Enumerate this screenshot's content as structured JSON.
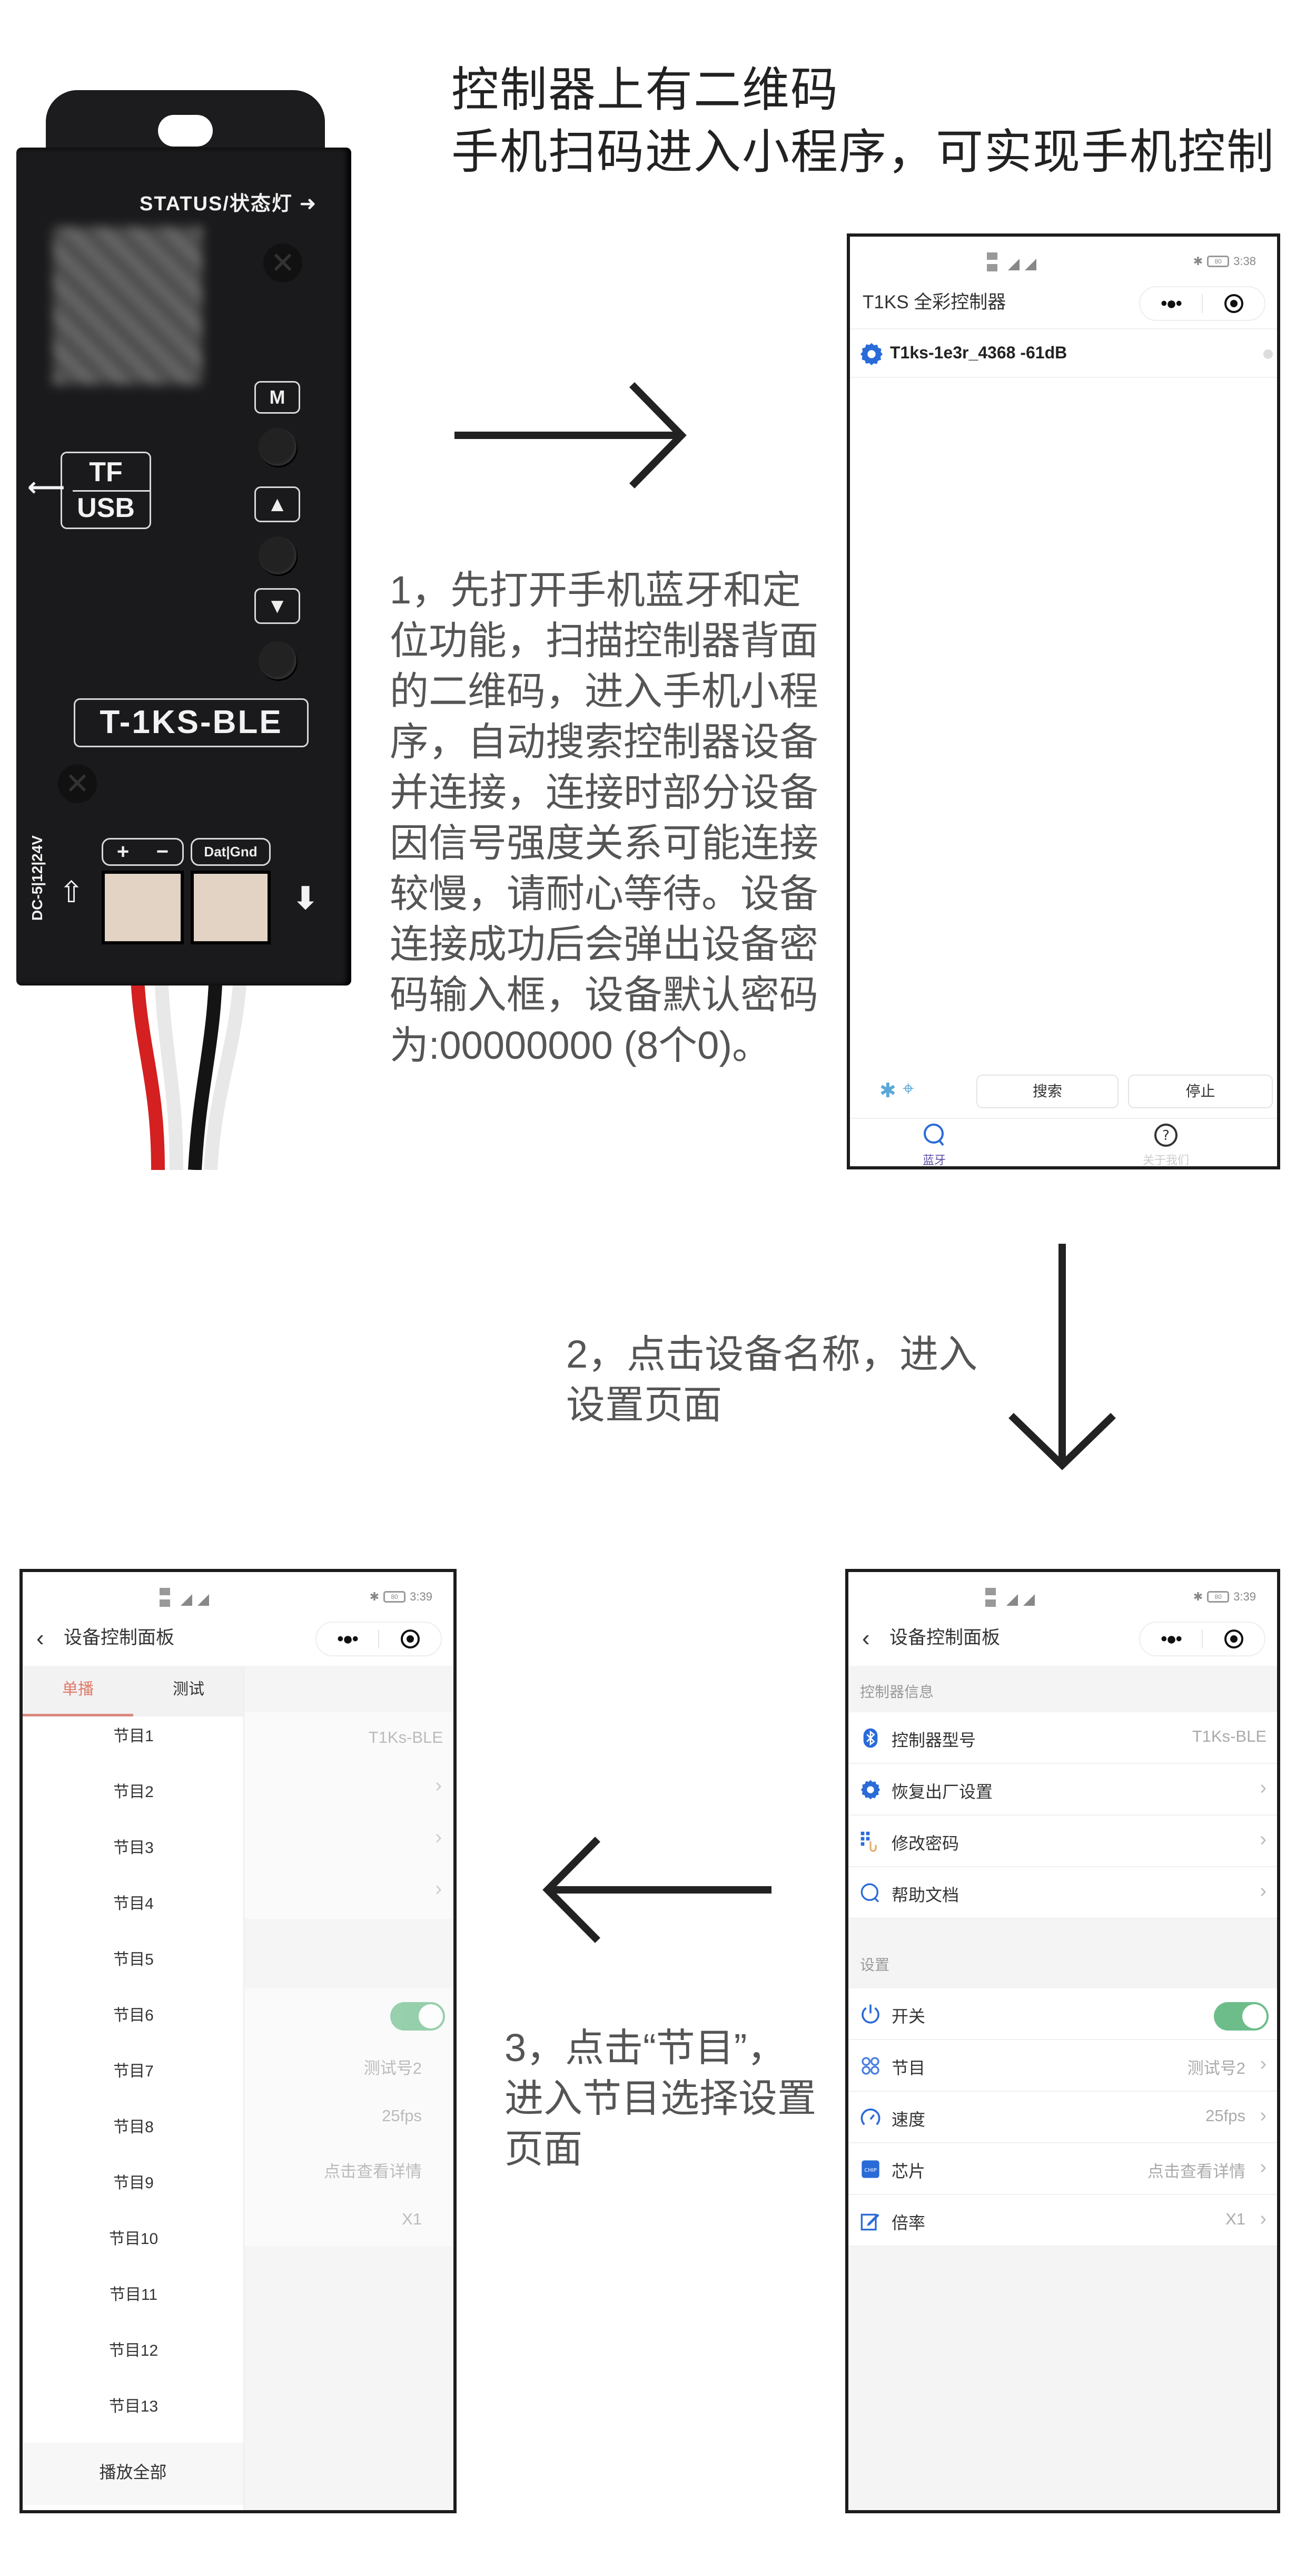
{
  "headline": {
    "line1": "控制器上有二维码",
    "line2": "手机扫码进入小程序，可实现手机控制"
  },
  "device": {
    "status_label": "STATUS/状态灯",
    "tf_label": "TF",
    "usb_label": "USB",
    "m_button": "M",
    "up_button": "▲",
    "down_button": "▼",
    "model": "T-1KS-BLE",
    "plus": "+",
    "minus": "−",
    "dat_gnd": "Dat|Gnd",
    "voltage": "DC-5|12|24V",
    "wire_colors": [
      "#d42020",
      "#e8e8e8",
      "#141414",
      "#e8e8e8"
    ]
  },
  "steps": {
    "step1": [
      "1，先打开手机蓝牙和定",
      "位功能，扫描控制器背面",
      "的二维码，进入手机小程",
      "序，自动搜索控制器设备",
      "并连接，连接时部分设备",
      "因信号强度关系可能连接",
      "较慢，请耐心等待。设备",
      "连接成功后会弹出设备密",
      "码输入框，设备默认密码",
      "为:00000000 (8个0)。"
    ],
    "step2": [
      "2，点击设备名称，进入",
      "设置页面"
    ],
    "step3": [
      "3，点击“节目”，",
      "进入节目选择设置",
      "页面"
    ]
  },
  "phone1": {
    "time": "3:38",
    "battery": "80",
    "title": "T1KS 全彩控制器",
    "device_row": "T1ks-1e3r_4368 -61dB",
    "search_button": "搜索",
    "stop_button": "停止",
    "tabs": [
      {
        "label": "蓝牙",
        "active": true
      },
      {
        "label": "关于我们",
        "active": false
      }
    ]
  },
  "panel": {
    "time": "3:39",
    "battery": "80",
    "title": "设备控制面板",
    "section_info": "控制器信息",
    "info_rows": [
      {
        "label": "控制器型号",
        "value": "T1Ks-BLE"
      },
      {
        "label": "恢复出厂设置",
        "value": ""
      },
      {
        "label": "修改密码",
        "value": ""
      },
      {
        "label": "帮助文档",
        "value": ""
      }
    ],
    "section_settings": "设置",
    "settings_rows": [
      {
        "label": "开关",
        "value": "",
        "toggle_on": true
      },
      {
        "label": "节目",
        "value": "测试号2"
      },
      {
        "label": "速度",
        "value": "25fps"
      },
      {
        "label": "芯片",
        "value": "点击查看详情"
      },
      {
        "label": "倍率",
        "value": "X1"
      }
    ],
    "chevron": "›",
    "accent": "#2a6bd8",
    "toggle_color": "#6dbd8b"
  },
  "drawer": {
    "tabs": [
      {
        "label": "单播",
        "active": true
      },
      {
        "label": "测试",
        "active": false
      }
    ],
    "programs": [
      "节目1",
      "节目2",
      "节目3",
      "节目4",
      "节目5",
      "节目6",
      "节目7",
      "节目8",
      "节目9",
      "节目10",
      "节目11",
      "节目12",
      "节目13"
    ],
    "play_all": "播放全部",
    "active_color": "#e07a6a"
  }
}
